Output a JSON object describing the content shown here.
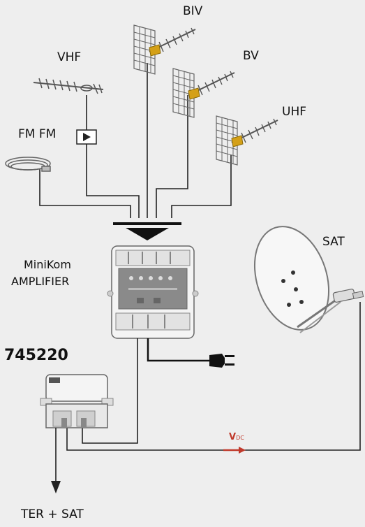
{
  "labels": {
    "biv": "BIV",
    "vhf": "VHF",
    "bv": "BV",
    "uhf": "UHF",
    "fm": "FM FM",
    "sat": "SAT",
    "minikom_line1": "MiniKom",
    "minikom_line2": "AMPLIFIER",
    "product_code": "745220",
    "output": "TER + SAT",
    "vdc_main": "V",
    "vdc_sub": "DC"
  },
  "colors": {
    "wire": "#222222",
    "vdc_line": "#c0392b",
    "antenna_element": "#555555",
    "antenna_bracket": "#d4a017",
    "device_fill": "#f4f4f4",
    "device_panel": "#8a8a8a",
    "dish_fill": "#f7f7f7",
    "background": "#eeeeee"
  },
  "icons": [
    "antenna-biv-icon",
    "antenna-vhf-icon",
    "antenna-bv-icon",
    "antenna-uhf-icon",
    "fm-loop-antenna-icon",
    "vhf-amplifier-icon",
    "minikom-amplifier-icon",
    "power-plug-icon",
    "satellite-dish-icon",
    "multiswitch-745220-icon",
    "output-arrow-icon"
  ]
}
